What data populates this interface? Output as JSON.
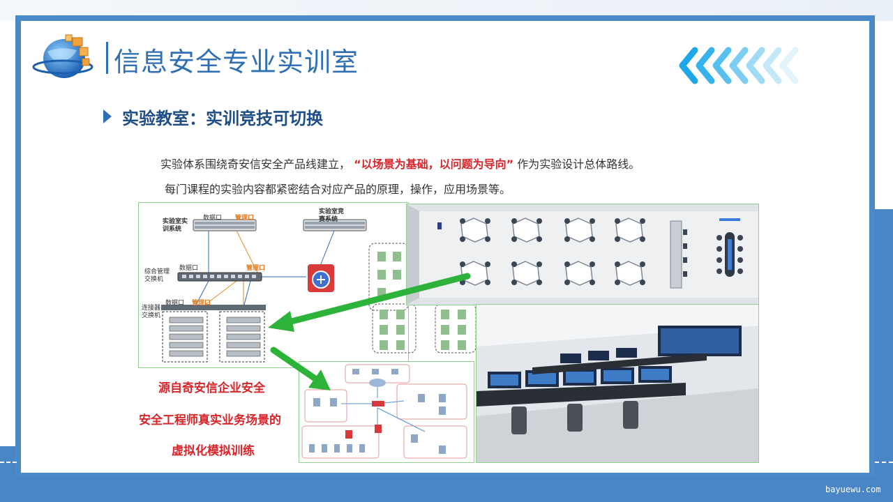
{
  "header": {
    "title": "信息安全专业实训室"
  },
  "section": {
    "subtitle": "实验教室：实训竞技可切换"
  },
  "intro": {
    "line1_before": "实验体系围绕奇安信安全产品线建立，",
    "line1_highlight": "“以场景为基础，以问题为导向”",
    "line1_after": "作为实验设计总体路线。",
    "line2": "每门课程的实验内容都紧密结合对应产品的原理，操作，应用场景等。"
  },
  "diagram": {
    "lab_training_system": "实验室实训系统",
    "lab_competition_system": "实验室竞赛系统",
    "data_port": "数据口",
    "mgmt_port": "管理口",
    "core_switch": "综合管理交换机",
    "access_switch": "连接器交换机"
  },
  "callout": {
    "line1": "源自奇安信企业安全",
    "line2": "安全工程师真实业务场景的",
    "line3": "虚拟化模拟训练"
  },
  "footer": {
    "watermark": "bayuewu.com"
  },
  "colors": {
    "brand_blue": "#2f6fb3",
    "highlight_red": "#d9242a",
    "arrow_green": "#2db33a",
    "frame_blue": "#4b8ac8"
  }
}
